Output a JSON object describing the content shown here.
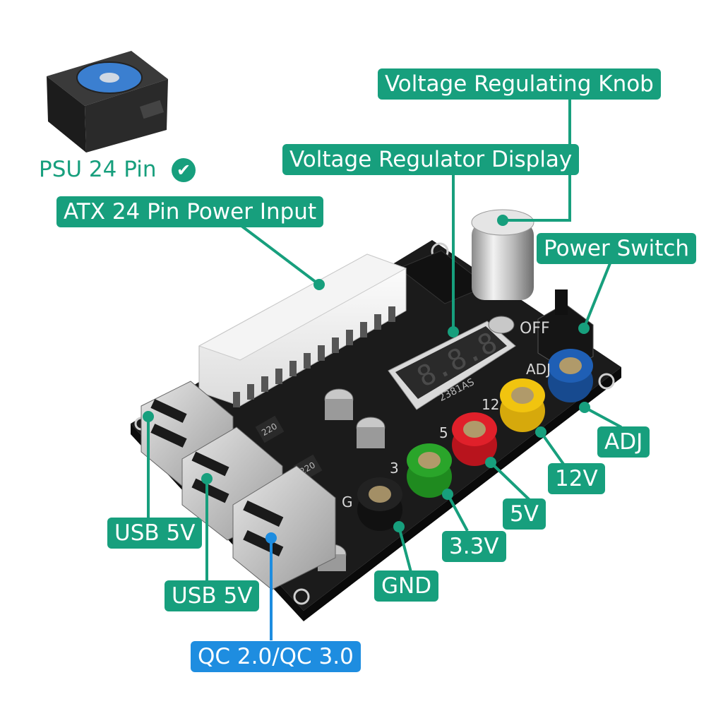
{
  "psu": {
    "label": "PSU 24 Pin",
    "check_icon": "check-circle-icon"
  },
  "callouts": {
    "knob": "Voltage Regulating Knob",
    "display": "Voltage Regulator Display",
    "atx": "ATX 24 Pin Power Input",
    "power_switch": "Power Switch",
    "adj": "ADJ",
    "v12": "12V",
    "v5": "5V",
    "v33": "3.3V",
    "gnd": "GND",
    "usb1": "USB 5V",
    "usb2": "USB 5V",
    "qc": "QC 2.0/QC 3.0"
  },
  "board": {
    "display_digits": "8.8.8",
    "display_part": "2381AS",
    "silk_off": "OFF",
    "silk_adj": "ADJ",
    "silk_12": "12",
    "silk_5": "5",
    "silk_3": "3",
    "silk_g": "G",
    "inductor_1": "220",
    "inductor_2": "220"
  },
  "colors": {
    "label_green": "#179f7d",
    "label_blue": "#1e8de0",
    "board": "#1b1b1b",
    "post_black": "#111111",
    "post_green": "#2aa52a",
    "post_red": "#e0202a",
    "post_yellow": "#f1c40f",
    "post_blue": "#1f5fb5"
  }
}
